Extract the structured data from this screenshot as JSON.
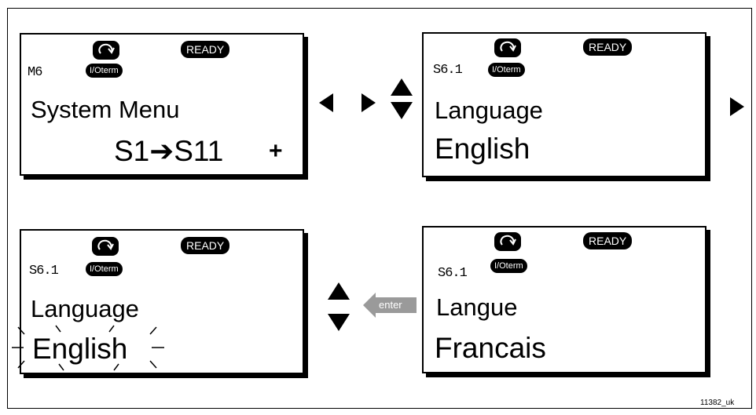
{
  "colors": {
    "ink": "#000000",
    "paper": "#ffffff",
    "enter_arrow": "#9a9a9a"
  },
  "icons": {
    "rotate": "rotate-icon",
    "enter": "enter-arrow-icon"
  },
  "panels": {
    "p1": {
      "code": "M6",
      "ready": "READY",
      "ioterm": "I/Oterm",
      "line1": "System Menu",
      "line2": "S1➔S11",
      "plus": "+"
    },
    "p2": {
      "code": "S6.1",
      "ready": "READY",
      "ioterm": "I/Oterm",
      "line1": "Language",
      "line2": "English"
    },
    "p3": {
      "code": "S6.1",
      "ready": "READY",
      "ioterm": "I/Oterm",
      "line1": "Language",
      "line2": "English"
    },
    "p4": {
      "code": "S6.1",
      "ready": "READY",
      "ioterm": "I/Oterm",
      "line1": "Langue",
      "line2": "Francais"
    }
  },
  "enter_label": "enter",
  "figure_id": "11382_uk"
}
